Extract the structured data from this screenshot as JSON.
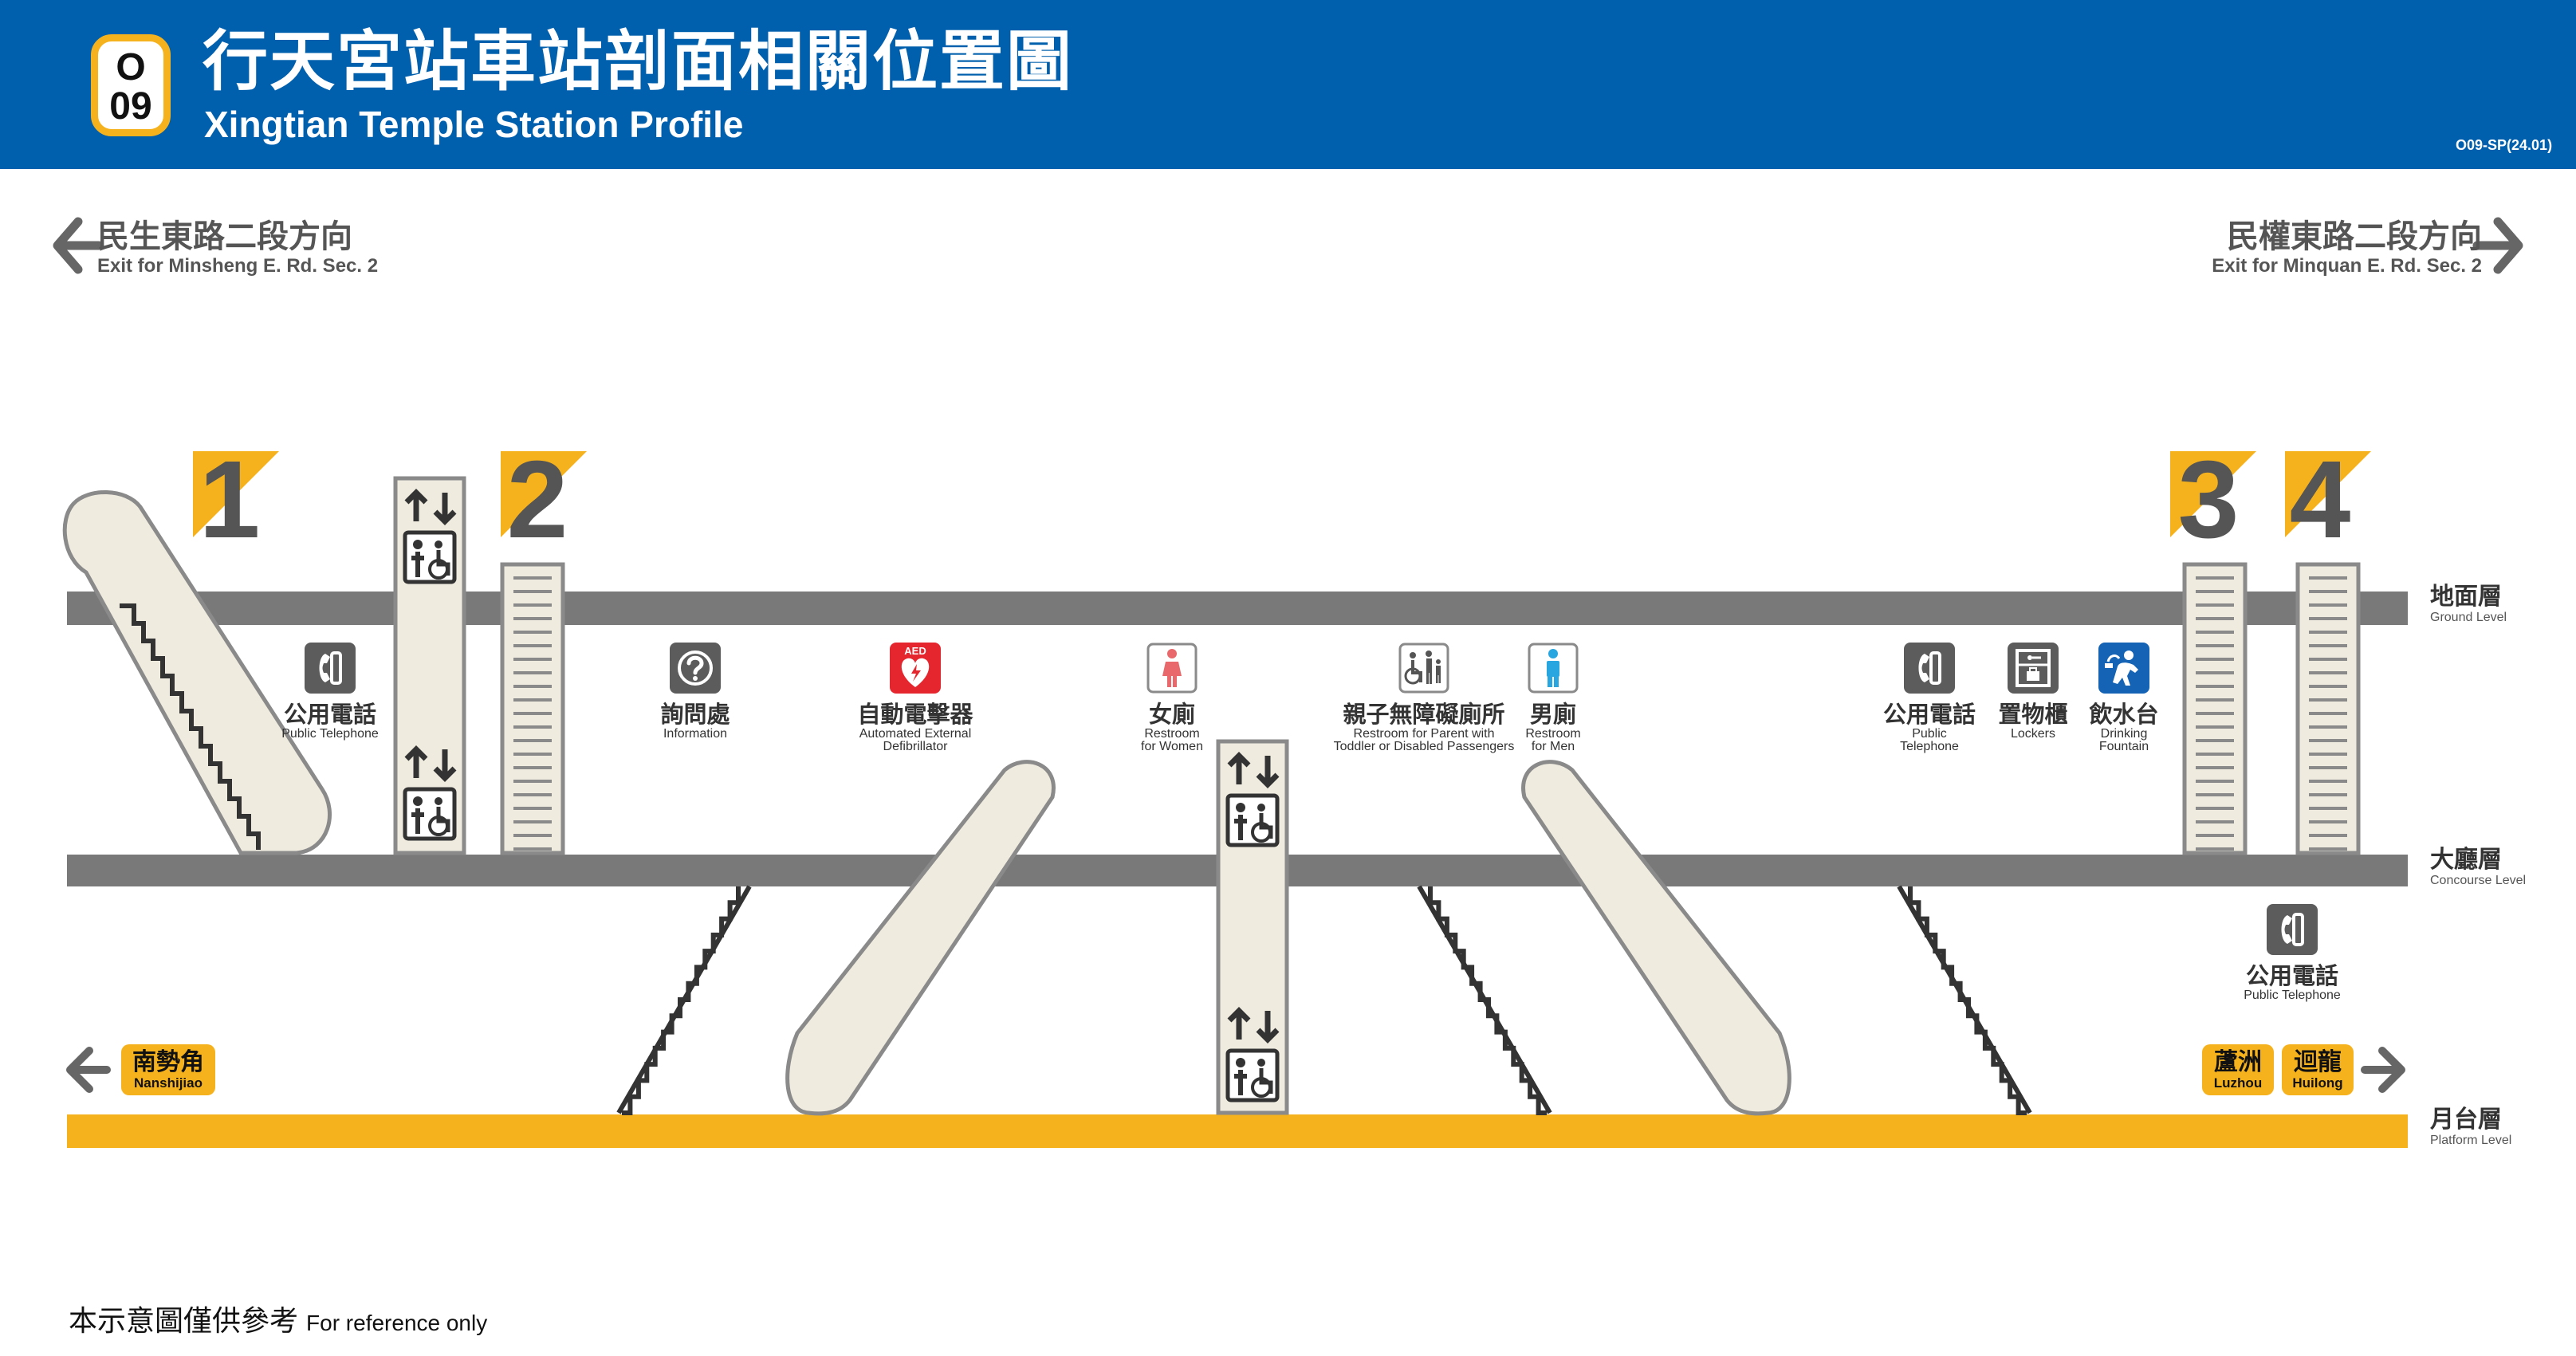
{
  "header": {
    "station_code_line": "O",
    "station_code_num": "09",
    "title_zh": "行天宮站車站剖面相關位置圖",
    "title_en": "Xingtian Temple Station Profile",
    "doc_code": "O09-SP(24.01)"
  },
  "directions": {
    "left": {
      "zh": "民生東路二段方向",
      "en": "Exit for Minsheng E. Rd. Sec. 2"
    },
    "right": {
      "zh": "民權東路二段方向",
      "en": "Exit for Minquan E. Rd. Sec. 2"
    }
  },
  "exits": [
    "1",
    "2",
    "3",
    "4"
  ],
  "levels": {
    "ground": {
      "zh": "地面層",
      "en": "Ground Level"
    },
    "concourse": {
      "zh": "大廳層",
      "en": "Concourse Level"
    },
    "platform": {
      "zh": "月台層",
      "en": "Platform Level"
    }
  },
  "facilities": {
    "phone_ground": {
      "zh": "公用電話",
      "en": "Public Telephone",
      "icon": "telephone-icon"
    },
    "information": {
      "zh": "詢問處",
      "en": "Information",
      "icon": "question-icon"
    },
    "aed": {
      "zh": "自動電擊器",
      "en1": "Automated External",
      "en2": "Defibrillator",
      "icon": "aed-icon",
      "icon_text": "AED"
    },
    "women": {
      "zh": "女廁",
      "en1": "Restroom",
      "en2": "for Women",
      "icon": "woman-icon"
    },
    "family": {
      "zh": "親子無障礙廁所",
      "en1": "Restroom for Parent with",
      "en2": "Toddler or Disabled Passengers",
      "icon": "family-accessible-icon"
    },
    "men": {
      "zh": "男廁",
      "en1": "Restroom",
      "en2": "for Men",
      "icon": "man-icon"
    },
    "phone_right": {
      "zh": "公用電話",
      "en1": "Public",
      "en2": "Telephone",
      "icon": "telephone-icon"
    },
    "lockers": {
      "zh": "置物櫃",
      "en": "Lockers",
      "icon": "locker-icon"
    },
    "fountain": {
      "zh": "飲水台",
      "en1": "Drinking",
      "en2": "Fountain",
      "icon": "drinking-fountain-icon"
    },
    "phone_platform": {
      "zh": "公用電話",
      "en": "Public Telephone",
      "icon": "telephone-icon"
    }
  },
  "destinations": {
    "nanshijiao": {
      "zh": "南勢角",
      "en": "Nanshijiao"
    },
    "luzhou": {
      "zh": "蘆洲",
      "en": "Luzhou"
    },
    "huilong": {
      "zh": "迴龍",
      "en": "Huilong"
    }
  },
  "footer": {
    "zh": "本示意圖僅供參考",
    "en": "For reference only"
  },
  "colors": {
    "header_blue": "#0060ae",
    "line_yellow": "#f6b21c",
    "slab_gray": "#7a7979",
    "structure_fill": "#efebdf",
    "aed_red": "#e5262e",
    "women_pink": "#e8686b",
    "men_blue": "#27a6df",
    "fountain_blue": "#1463b5"
  }
}
